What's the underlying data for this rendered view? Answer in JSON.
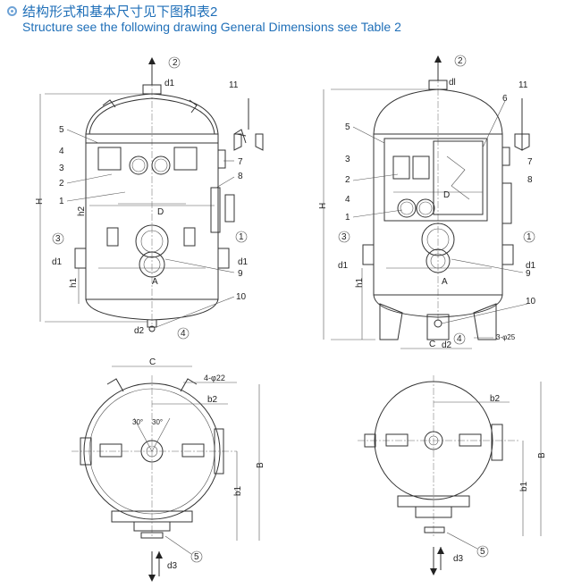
{
  "header": {
    "title_cn": "结构形式和基本尺寸见下图和表2",
    "title_en": "Structure see the following drawing General Dimensions see Table 2"
  },
  "front_left": {
    "labels": {
      "p2": "2",
      "d1_top": "d1",
      "n11": "11",
      "n5": "5",
      "n4": "4",
      "n3": "3",
      "n2": "2",
      "n1": "1",
      "H": "H",
      "h2": "h2",
      "D": "D",
      "n7": "7",
      "n8": "8",
      "p3": "3",
      "p1": "1",
      "d1_left": "d1",
      "d1_right": "d1",
      "n9": "9",
      "h1": "h1",
      "A": "A",
      "n10": "10",
      "d2": "d2",
      "p4": "4"
    }
  },
  "front_right": {
    "labels": {
      "p2": "2",
      "d1_top": "dl",
      "n11": "11",
      "n6": "6",
      "n5": "5",
      "n7": "7",
      "n3": "3",
      "n8": "8",
      "n2": "2",
      "n4": "4",
      "n1": "1",
      "H": "H",
      "D": "D",
      "p3": "3",
      "p1": "1",
      "d1_left": "d1",
      "d1_right": "d1",
      "n9": "9",
      "h1": "h1",
      "A": "A",
      "n10": "10",
      "d2": "d2",
      "p4": "4",
      "C": "C",
      "holes": "3-φ25"
    }
  },
  "plan_left": {
    "labels": {
      "C": "C",
      "holes": "4-φ22",
      "angle_l": "30°",
      "angle_r": "30°",
      "b2": "b2",
      "B": "B",
      "b1": "b1",
      "p5": "5",
      "d3": "d3"
    }
  },
  "plan_right": {
    "labels": {
      "b2": "b2",
      "B": "B",
      "b1": "b1",
      "p5": "5",
      "d3": "d3"
    }
  }
}
